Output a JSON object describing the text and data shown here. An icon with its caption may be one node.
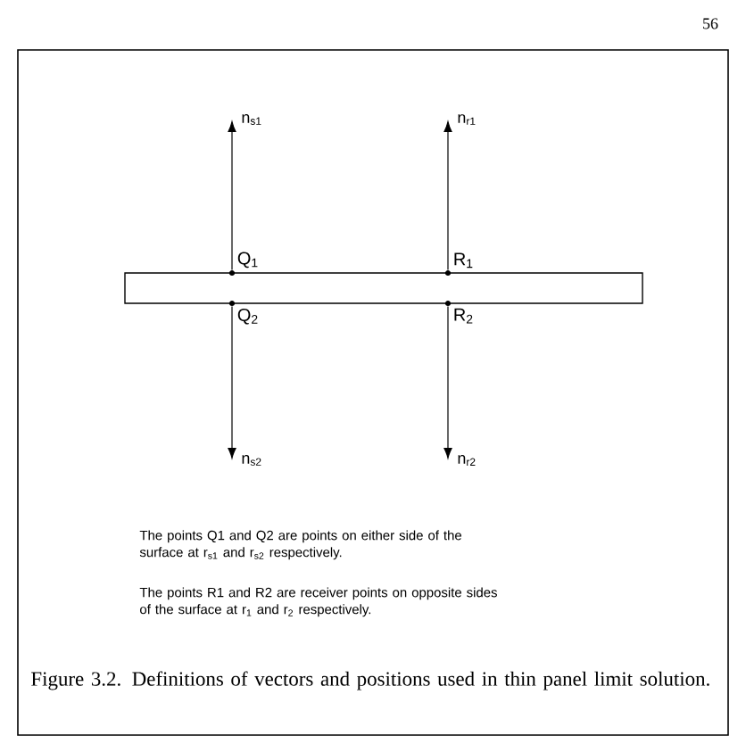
{
  "diagram": {
    "caption": "Figure 3.2. Definitions of vectors and positions used in thin panel limit solution.",
    "nodes": [
      {
        "text": [],
        "shape": "box"
      },
      {
        "text": [
          "Q$_{1}$"
        ]
      },
      {
        "text": [
          "Q$_{2}$"
        ]
      },
      {
        "text": [
          "R$_{1}$"
        ]
      },
      {
        "text": [
          "R$_{2}$"
        ]
      },
      {
        "text": [
          "n$_{s1}$"
        ]
      },
      {
        "text": [
          "n$_{r1}$"
        ]
      },
      {
        "text": [
          "n$_{s2}$"
        ]
      },
      {
        "text": [
          "n$_{r2}$"
        ]
      }
    ],
    "edges": [
      {
        "from": 1,
        "to": 5,
        "arrow": "to"
      },
      {
        "from": 3,
        "to": 6,
        "arrow": "to"
      },
      {
        "from": 2,
        "to": 7,
        "arrow": "to"
      },
      {
        "from": 4,
        "to": 8,
        "arrow": "to"
      }
    ],
    "labels": [
      "56",
      "The points Q1 and Q2 are points on either side of the surface at r$_{s1}$ and r$_{s2}$ respectively.",
      "The points R1 and R2 are receiver points on opposite sides of the surface at r$_{1}$ and r$_{2}$ respectively."
    ]
  }
}
